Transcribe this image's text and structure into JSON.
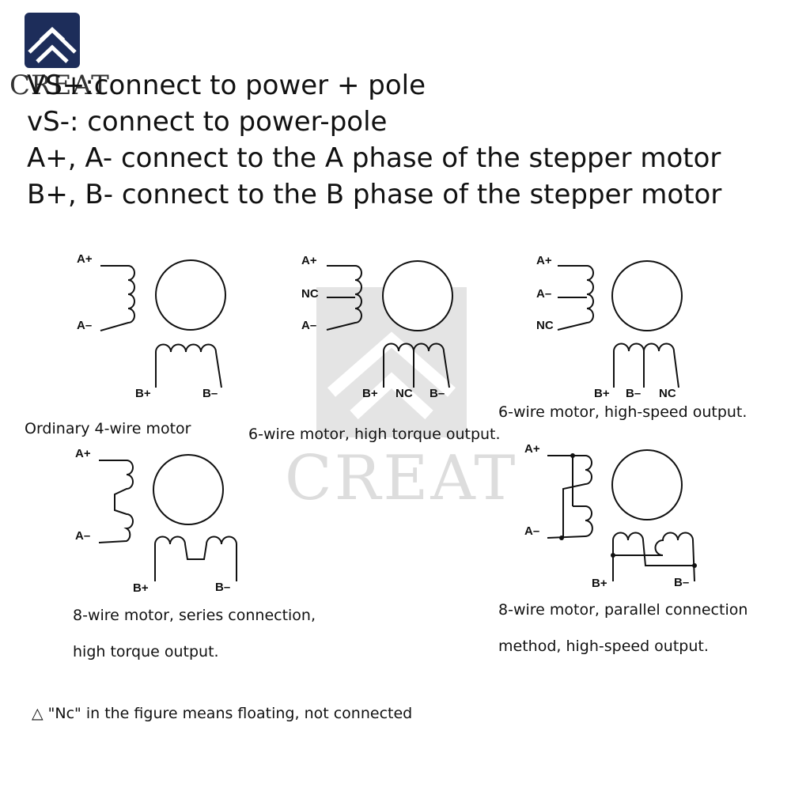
{
  "logo": {
    "text": "CREAT",
    "icon": "creat-logo-icon"
  },
  "watermark": {
    "text": "CREAT"
  },
  "header_lines": [
    "VS+:connect to power + pole",
    "vS-: connect to power-pole",
    "A+, A- connect to the A phase of the stepper motor",
    "B+, B- connect to the B phase of the stepper motor"
  ],
  "diagrams": {
    "d1": {
      "caption": "Ordinary 4-wire motor",
      "labels": [
        "A+",
        "A–",
        "B+",
        "B–"
      ]
    },
    "d2": {
      "caption": "6-wire motor, high torque output.",
      "labels": [
        "A+",
        "NC",
        "A–",
        "B+",
        "NC",
        "B–"
      ]
    },
    "d3": {
      "caption": "6-wire motor, high-speed output.",
      "labels": [
        "A+",
        "A–",
        "NC",
        "B+",
        "B–",
        "NC"
      ]
    },
    "d4": {
      "caption_line1": "8-wire motor, series connection,",
      "caption_line2": "high torque output.",
      "labels": [
        "A+",
        "A–",
        "B+",
        "B–"
      ]
    },
    "d5": {
      "caption_line1": "8-wire motor, parallel connection",
      "caption_line2": "method, high-speed output.",
      "labels": [
        "A+",
        "A–",
        "B+",
        "B–"
      ]
    }
  },
  "footnote": "△ \"Nc\" in the figure means floating, not connected"
}
